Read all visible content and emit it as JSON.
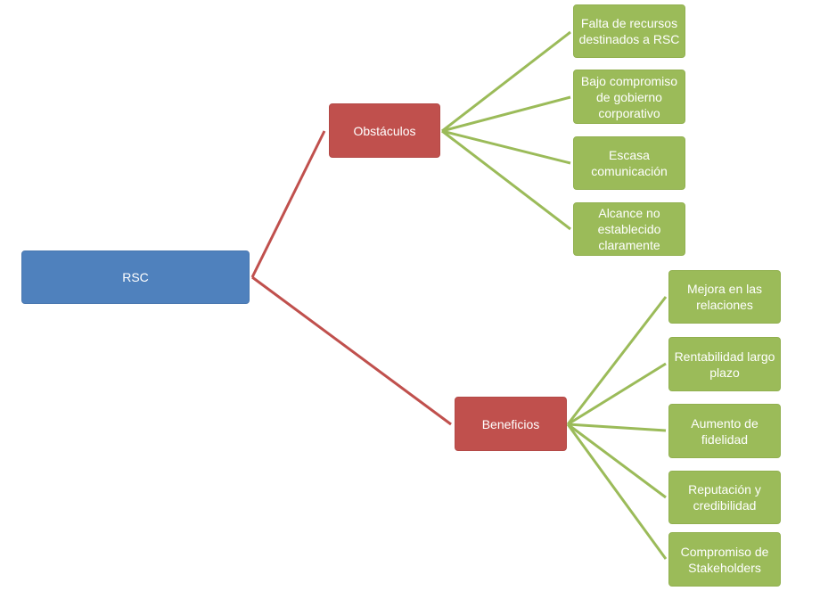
{
  "colors": {
    "root": "#4f81bd",
    "branch": "#c0504d",
    "leaf": "#9bbb59"
  },
  "root": {
    "label": "RSC"
  },
  "branches": [
    {
      "label": "Obstáculos",
      "children": [
        "Falta de recursos destinados a RSC",
        "Bajo compromiso de gobierno corporativo",
        "Escasa comunicación",
        "Alcance no establecido claramente"
      ]
    },
    {
      "label": "Beneficios",
      "children": [
        "Mejora en las relaciones",
        "Rentabilidad largo plazo",
        "Aumento de fidelidad",
        "Reputación y credibilidad",
        "Compromiso de Stakeholders"
      ]
    }
  ]
}
